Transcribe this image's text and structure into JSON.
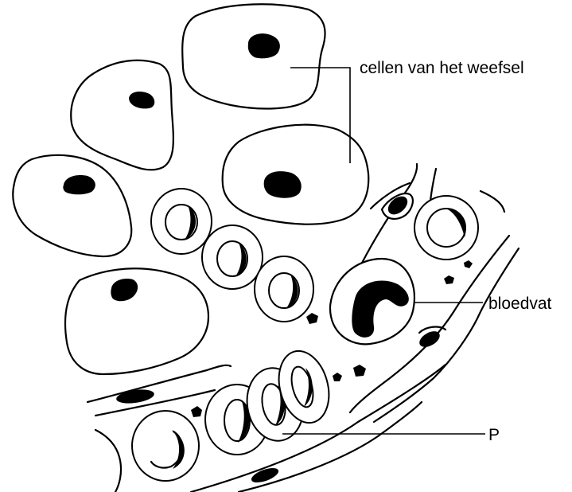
{
  "labels": {
    "tissue_cells": "cellen van het weefsel",
    "blood_vessel": "bloedvat",
    "point_p": "P"
  },
  "colors": {
    "line": "#000000",
    "background": "#ffffff"
  }
}
